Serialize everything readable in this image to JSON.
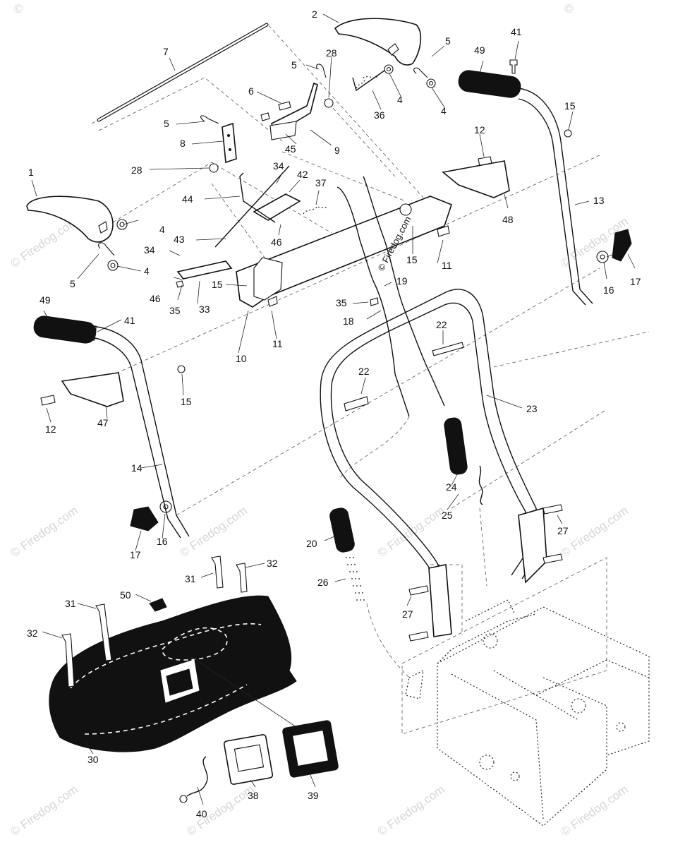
{
  "watermark": "© Firedog.com",
  "site_label": "© Firedog.com",
  "callouts": [
    "1",
    "2",
    "4",
    "5",
    "6",
    "7",
    "8",
    "9",
    "10",
    "11",
    "12",
    "13",
    "14",
    "15",
    "16",
    "17",
    "18",
    "19",
    "20",
    "22",
    "23",
    "24",
    "25",
    "26",
    "27",
    "28",
    "30",
    "31",
    "32",
    "33",
    "34",
    "35",
    "36",
    "37",
    "38",
    "39",
    "40",
    "41",
    "42",
    "43",
    "44",
    "45",
    "46",
    "47",
    "48",
    "49",
    "50"
  ]
}
